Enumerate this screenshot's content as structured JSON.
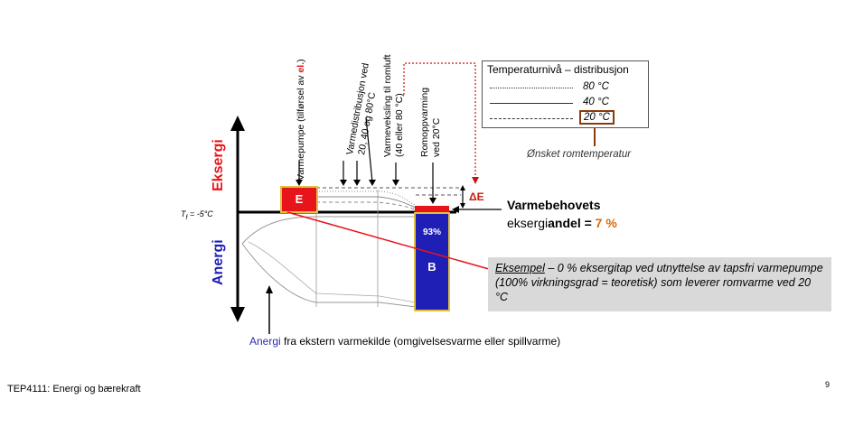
{
  "axis_labels": {
    "eksergi": "Eksergi",
    "energi": "Anergi",
    "tf": "T",
    "tf_sub": "f",
    "tf_value": " = -5°C"
  },
  "vertical_labels": {
    "varmepumpe_a": "Varmepumpe (tilførsel av ",
    "varmepumpe_b": "el.",
    "varmepumpe_c": ")",
    "varmedistribusjon_1": "Varmedistribusjon ved",
    "varmedistribusjon_2": "20, 40 og 80°C",
    "varmeveksling_1": "Varmeveksling til romluft",
    "varmeveksling_2": "(40 eller 80 °C)",
    "romoppvarming_1": "Romoppvarming",
    "romoppvarming_2": "ved 20°C"
  },
  "boxes": {
    "e_label": "E",
    "b_label": "B",
    "pct_label": "93%",
    "delta_e": "ΔE"
  },
  "varmebehov": {
    "line1": "Varmebehovets",
    "line2_prefix": "eksergi",
    "line2_bold": "andel = ",
    "line2_pct": "7 %"
  },
  "legend": {
    "title": "Temperaturnivå – distribusjon",
    "rows": [
      {
        "label": "80 °C",
        "style": "dotted"
      },
      {
        "label": "40 °C",
        "style": "solid"
      },
      {
        "label": "20 °C",
        "style": "dashed",
        "highlight": true
      }
    ],
    "caption": "Ønsket romtemperatur"
  },
  "note": {
    "prefix": "Eksempel",
    "text": " – 0 % eksergitap ved utnyttelse av tapsfri varmepumpe (100% virkningsgrad = teoretisk) som leverer romvarme ved 20 °C"
  },
  "bottom": {
    "blue": "Anergi",
    "rest": " fra ekstern varmekilde (omgivelsesvarme eller spillvarme)"
  },
  "footer": {
    "course": "TEP4111: Energi og bærekraft",
    "page": "9"
  },
  "colors": {
    "red": "#e8141b",
    "blue": "#1f1fb5",
    "gold": "#e0c040",
    "orange": "#d46a0f",
    "brown": "#8b3a0f"
  }
}
